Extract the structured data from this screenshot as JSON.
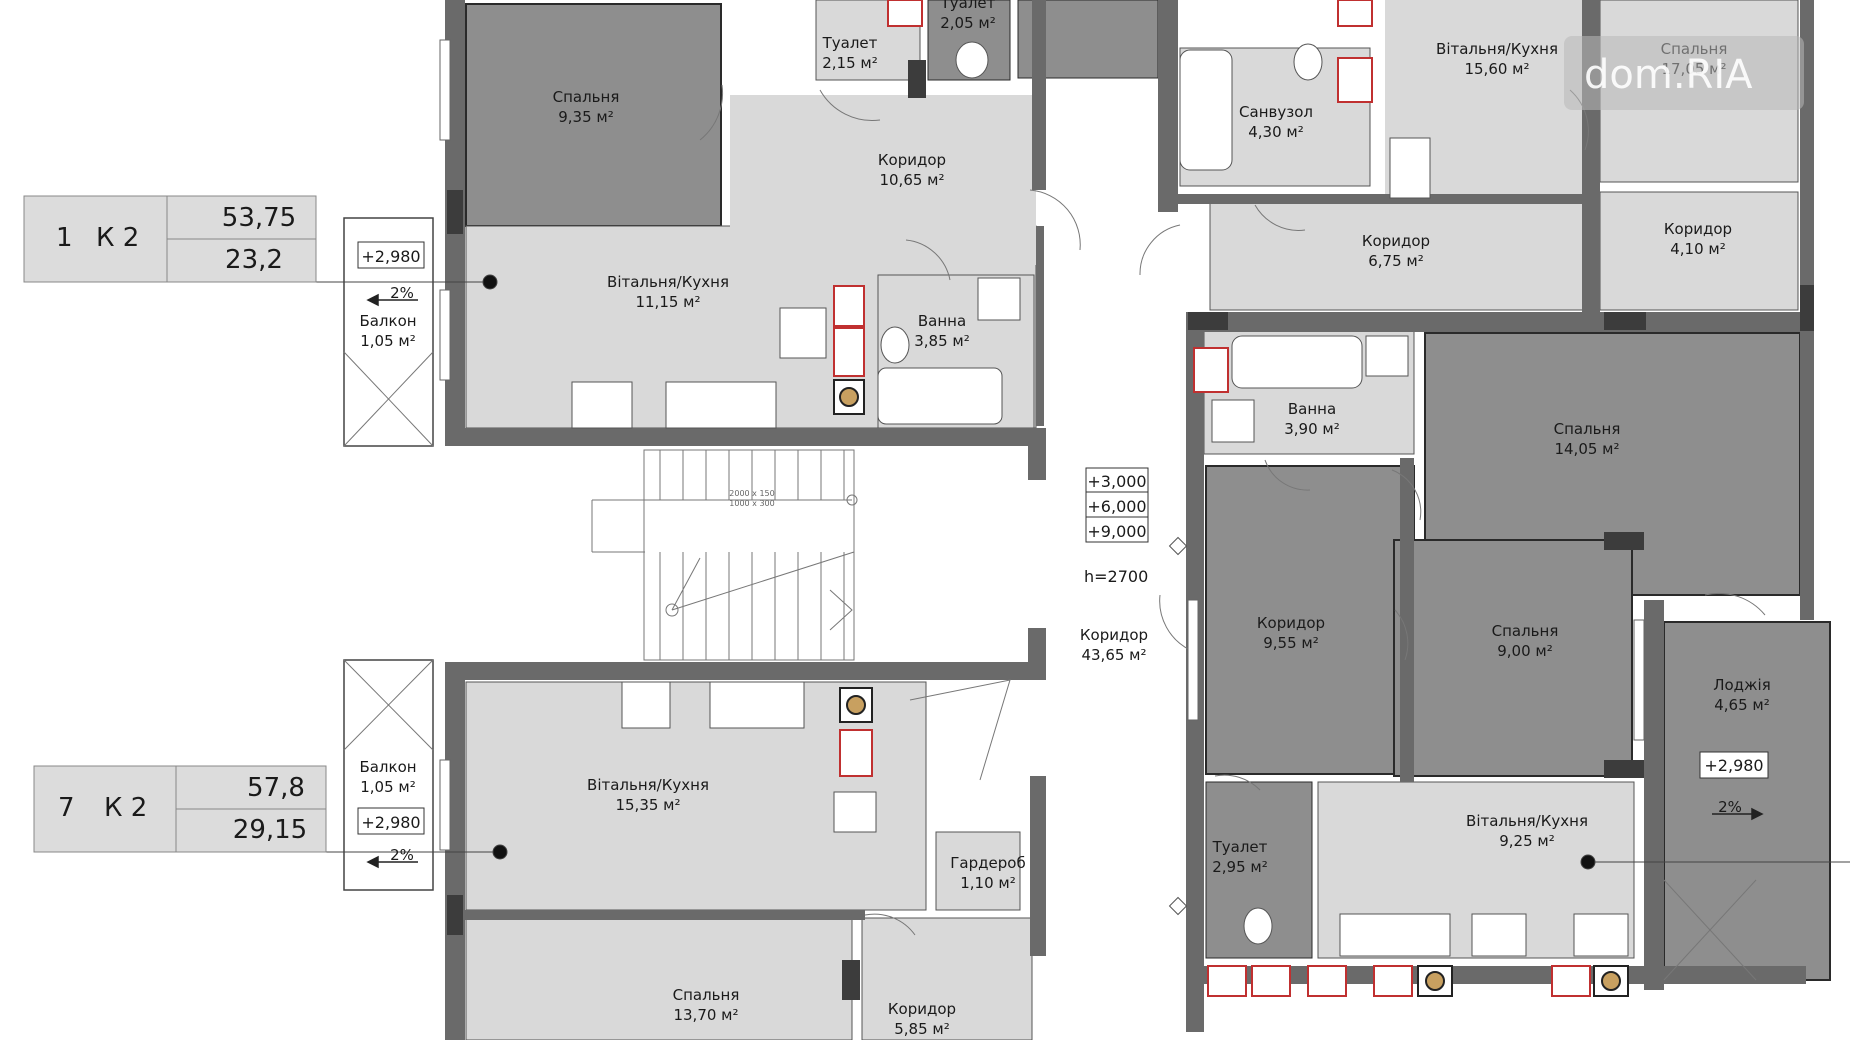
{
  "watermark": "dom.RIA",
  "apartments": [
    {
      "id": "apt-1",
      "number": "1",
      "type": "К 2",
      "total_area": "53,75",
      "living_area": "23,2"
    },
    {
      "id": "apt-7",
      "number": "7",
      "type": "К 2",
      "total_area": "57,8",
      "living_area": "29,15"
    }
  ],
  "rooms": [
    {
      "id": "bedroom-9-35",
      "name": "Спальня",
      "area": "9,35 м²"
    },
    {
      "id": "living-kitchen-11-15",
      "name": "Вітальня/Кухня",
      "area": "11,15 м²"
    },
    {
      "id": "corridor-10-65",
      "name": "Коридор",
      "area": "10,65 м²"
    },
    {
      "id": "toilet-2-15",
      "name": "Туалет",
      "area": "2,15 м²"
    },
    {
      "id": "toilet-2-05",
      "name": "Туалет",
      "area": "2,05 м²"
    },
    {
      "id": "bath-3-85",
      "name": "Ванна",
      "area": "3,85 м²"
    },
    {
      "id": "balcony-1-05-top",
      "name": "Балкон",
      "area": "1,05 м²"
    },
    {
      "id": "living-kitchen-15-35",
      "name": "Вітальня/Кухня",
      "area": "15,35 м²"
    },
    {
      "id": "balcony-1-05-bottom",
      "name": "Балкон",
      "area": "1,05 м²"
    },
    {
      "id": "wardrobe-1-10",
      "name": "Гардероб",
      "area": "1,10 м²"
    },
    {
      "id": "bedroom-13-70",
      "name": "Спальня",
      "area": "13,70 м²"
    },
    {
      "id": "corridor-5-85",
      "name": "Коридор",
      "area": "5,85 м²"
    },
    {
      "id": "corridor-43-65",
      "name": "Коридор",
      "area": "43,65 м²"
    },
    {
      "id": "combined-bath-4-30",
      "name": "Санвузол",
      "area": "4,30 м²"
    },
    {
      "id": "living-kitchen-15-60",
      "name": "Вітальня/Кухня",
      "area": "15,60 м²"
    },
    {
      "id": "bedroom-17-05",
      "name": "Спальня",
      "area": "17,05 м²"
    },
    {
      "id": "corridor-6-75",
      "name": "Коридор",
      "area": "6,75 м²"
    },
    {
      "id": "corridor-4-10",
      "name": "Коридор",
      "area": "4,10 м²"
    },
    {
      "id": "bath-3-90",
      "name": "Ванна",
      "area": "3,90 м²"
    },
    {
      "id": "bedroom-14-05",
      "name": "Спальня",
      "area": "14,05 м²"
    },
    {
      "id": "corridor-9-55",
      "name": "Коридор",
      "area": "9,55 м²"
    },
    {
      "id": "bedroom-9-00",
      "name": "Спальня",
      "area": "9,00 м²"
    },
    {
      "id": "loggia-4-65",
      "name": "Лоджія",
      "area": "4,65 м²"
    },
    {
      "id": "toilet-2-95",
      "name": "Туалет",
      "area": "2,95 м²"
    },
    {
      "id": "living-kitchen-9-25",
      "name": "Вітальня/Кухня",
      "area": "9,25 м²"
    }
  ],
  "levels": {
    "balcony_top": "+2,980",
    "balcony_bottom": "+2,980",
    "loggia": "+2,980",
    "floor_1": "+3,000",
    "floor_2": "+6,000",
    "floor_3": "+9,000"
  },
  "ceiling_height": "h=2700",
  "slopes": {
    "balcony_top": "2%",
    "balcony_bottom": "2%",
    "loggia": "2%"
  },
  "stair_note": {
    "line1": "2000 х 150",
    "line2": "1000 х 300"
  },
  "colors": {
    "dark_room": "#8e8e8e",
    "light_room": "#d9d9d9",
    "wall": "#6a6a6a",
    "outline": "#3a3a3a",
    "tag_bg": "#dcdcdc",
    "pipe": "#e05050"
  }
}
